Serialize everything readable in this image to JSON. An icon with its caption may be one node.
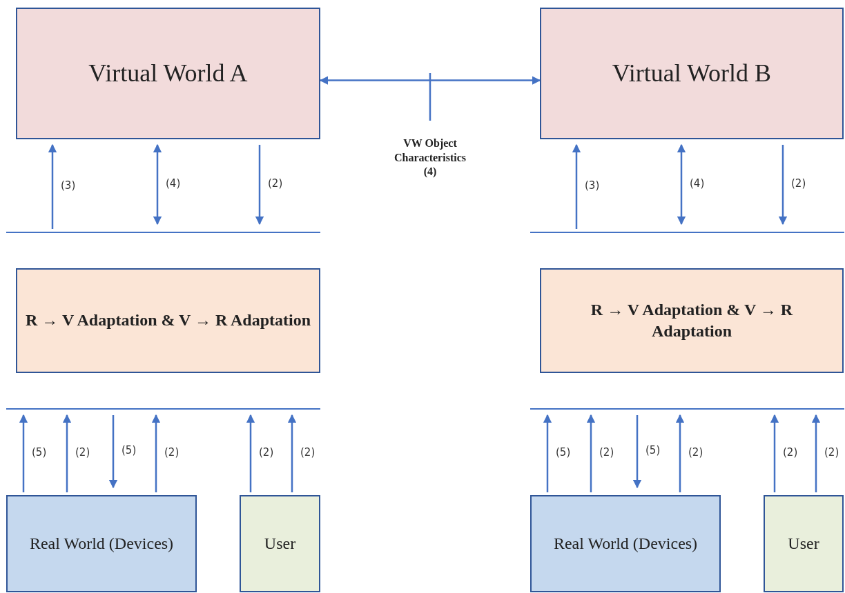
{
  "diagram": {
    "nodes": [
      {
        "text": [
          "Virtual World A"
        ]
      },
      {
        "text": [
          "Virtual World B"
        ]
      },
      {
        "text": [
          "VW Object Characteristics (4)"
        ]
      },
      {
        "text": [],
        "shape": "bar"
      },
      {
        "text": [],
        "shape": "bar"
      },
      {
        "text": [
          "R → V Adaptation & V → R Adaptation"
        ]
      },
      {
        "text": [
          "R → V Adaptation & V → R Adaptation"
        ]
      },
      {
        "text": [],
        "shape": "bar"
      },
      {
        "text": [],
        "shape": "bar"
      },
      {
        "text": [
          "Real World (Devices)"
        ]
      },
      {
        "text": [
          "User"
        ]
      },
      {
        "text": [
          "Real World (Devices)"
        ]
      },
      {
        "text": [
          "User"
        ]
      }
    ],
    "edges": [
      {
        "from": 0,
        "to": 1,
        "arrow": "both"
      },
      {
        "from": 2,
        "to": null,
        "arrow": "none"
      },
      {
        "from": 3,
        "to": 0,
        "arrow": "to",
        "label": "(3)"
      },
      {
        "from": 0,
        "to": 3,
        "arrow": "both",
        "label": "(4)"
      },
      {
        "from": 0,
        "to": 3,
        "arrow": "to",
        "label": "(2)"
      },
      {
        "from": 4,
        "to": 1,
        "arrow": "to",
        "label": "(3)"
      },
      {
        "from": 1,
        "to": 4,
        "arrow": "both",
        "label": "(4)"
      },
      {
        "from": 1,
        "to": 4,
        "arrow": "to",
        "label": "(2)"
      },
      {
        "from": 9,
        "to": 7,
        "arrow": "to",
        "label": "(5)"
      },
      {
        "from": 9,
        "to": 7,
        "arrow": "to",
        "label": "(2)"
      },
      {
        "from": 7,
        "to": 9,
        "arrow": "to",
        "label": "(5)"
      },
      {
        "from": 9,
        "to": 7,
        "arrow": "to",
        "label": "(2)"
      },
      {
        "from": 10,
        "to": 7,
        "arrow": "to",
        "label": "(2)"
      },
      {
        "from": 10,
        "to": 7,
        "arrow": "to",
        "label": "(2)"
      },
      {
        "from": 11,
        "to": 8,
        "arrow": "to",
        "label": "(5)"
      },
      {
        "from": 11,
        "to": 8,
        "arrow": "to",
        "label": "(2)"
      },
      {
        "from": 8,
        "to": 11,
        "arrow": "to",
        "label": "(5)"
      },
      {
        "from": 11,
        "to": 8,
        "arrow": "to",
        "label": "(2)"
      },
      {
        "from": 12,
        "to": 8,
        "arrow": "to",
        "label": "(2)"
      },
      {
        "from": 12,
        "to": 8,
        "arrow": "to",
        "label": "(2)"
      }
    ]
  }
}
